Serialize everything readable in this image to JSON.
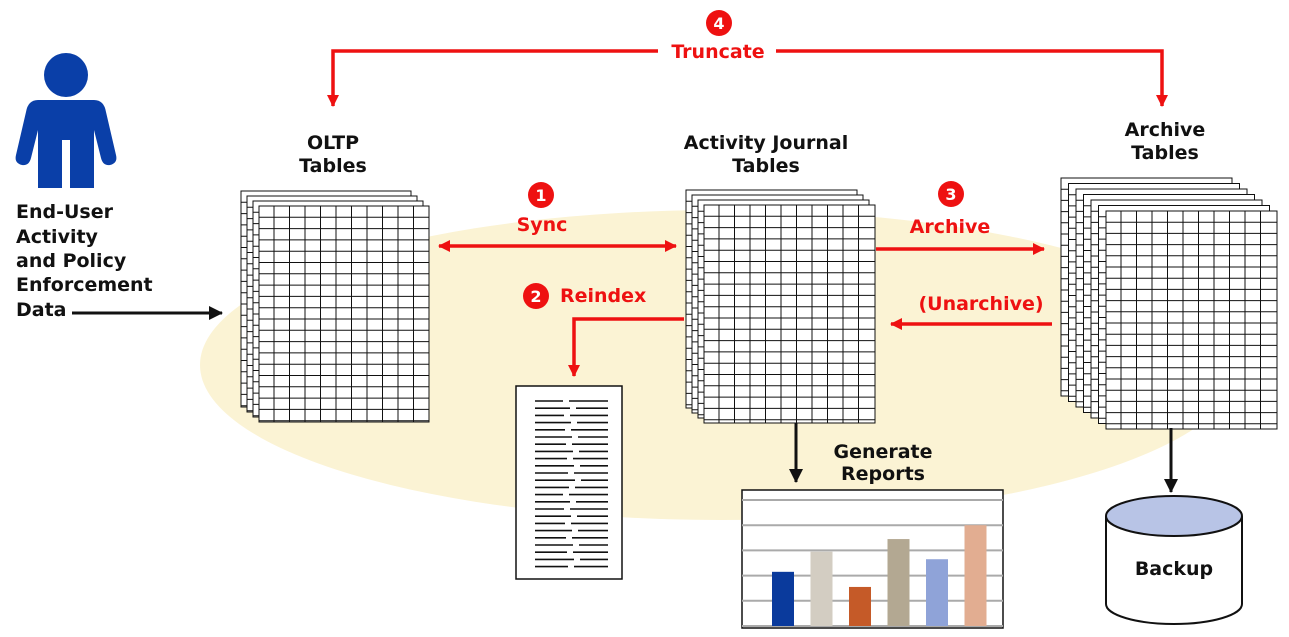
{
  "user_label": [
    "End-User",
    "Activity",
    "and Policy",
    "Enforcement",
    "Data"
  ],
  "oltp_label": [
    "OLTP",
    "Tables"
  ],
  "journal_label": [
    "Activity Journal",
    "Tables"
  ],
  "archive_label": [
    "Archive",
    "Tables"
  ],
  "steps": {
    "sync": {
      "num": "1",
      "label": "Sync"
    },
    "reindex": {
      "num": "2",
      "label": "Reindex"
    },
    "archive": {
      "num": "3",
      "label": "Archive"
    },
    "truncate": {
      "num": "4",
      "label": "Truncate"
    }
  },
  "unarchive_label": "(Unarchive)",
  "reports_label": [
    "Generate",
    "Reports"
  ],
  "backup_label": "Backup",
  "colors": {
    "accent_red": "#ee1111",
    "person_blue": "#0a3fa8",
    "ellipse_fill": "#fbf3d4",
    "backup_top": "#b8c4e6"
  },
  "report_bars": [
    {
      "value": 0.43,
      "color": "#0a3a9c"
    },
    {
      "value": 0.59,
      "color": "#d3cdc2"
    },
    {
      "value": 0.31,
      "color": "#c55a28"
    },
    {
      "value": 0.69,
      "color": "#b3a892"
    },
    {
      "value": 0.53,
      "color": "#8fa3d8"
    },
    {
      "value": 0.8,
      "color": "#e2ad91"
    }
  ]
}
